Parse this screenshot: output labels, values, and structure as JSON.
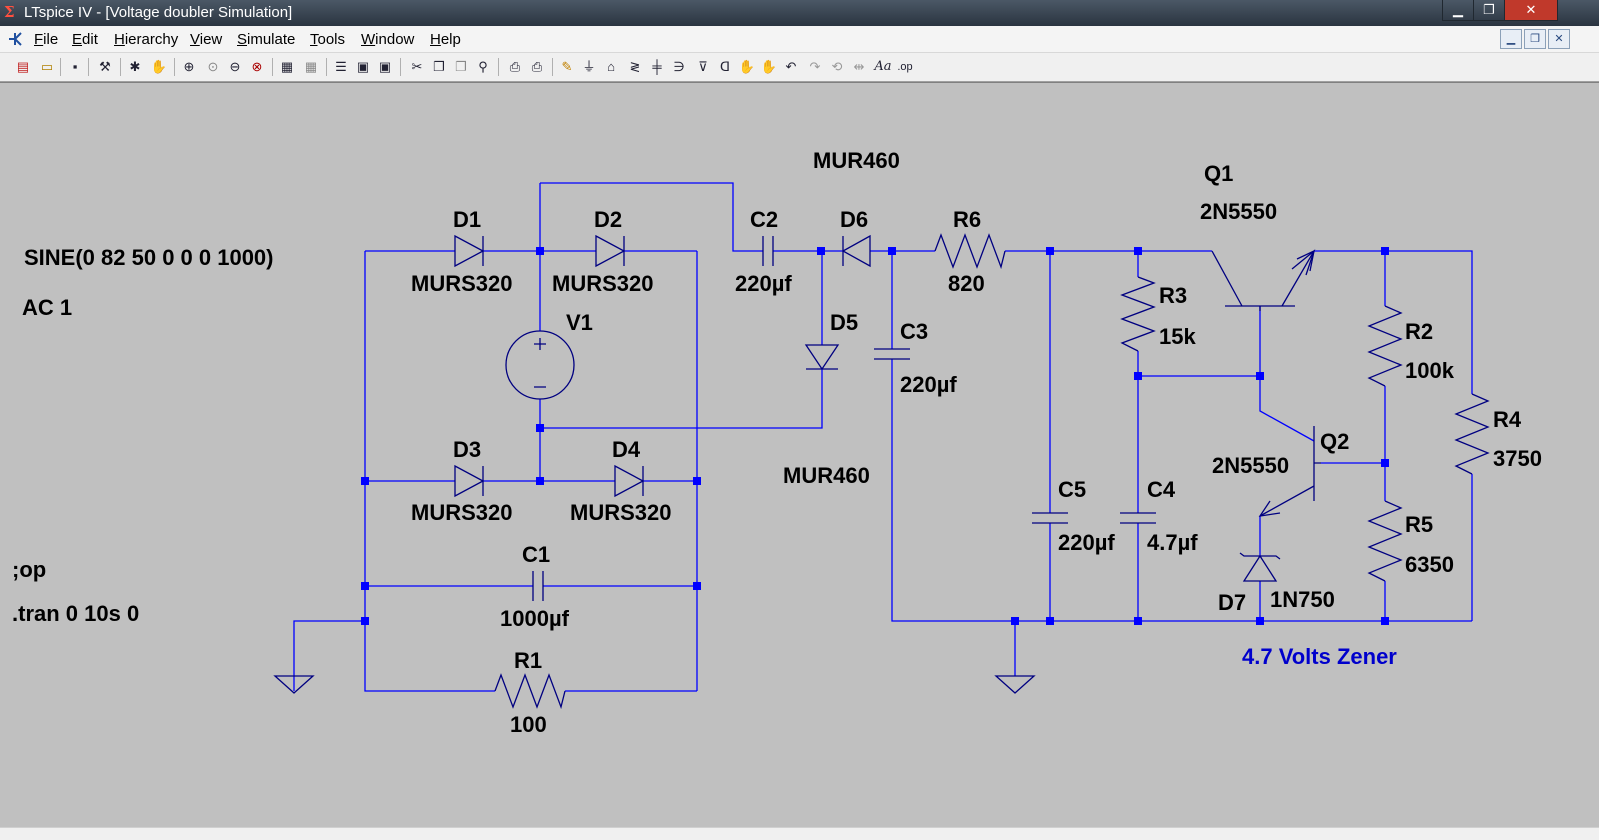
{
  "window": {
    "title": "LTspice IV - [Voltage doubler Simulation]"
  },
  "menu": {
    "items": [
      {
        "label": "File",
        "accel": "F"
      },
      {
        "label": "Edit",
        "accel": "E"
      },
      {
        "label": "Hierarchy",
        "accel": "H"
      },
      {
        "label": "View",
        "accel": "V"
      },
      {
        "label": "Simulate",
        "accel": "S"
      },
      {
        "label": "Tools",
        "accel": "T"
      },
      {
        "label": "Window",
        "accel": "W"
      },
      {
        "label": "Help",
        "accel": "H"
      }
    ]
  },
  "toolbar": {
    "icons": [
      "new-schematic",
      "open",
      "save",
      "control-panel",
      "run",
      "halt",
      "zoom-in",
      "pan",
      "zoom-out",
      "zoom-fit",
      "autorange",
      "grid",
      "tile",
      "cascade",
      "close-all",
      "cut",
      "copy",
      "paste",
      "find",
      "print",
      "print-preview",
      "draw-wire",
      "ground",
      "label-net",
      "resistor",
      "capacitor",
      "inductor",
      "diode",
      "component",
      "move",
      "drag",
      "undo",
      "redo",
      "rotate",
      "mirror",
      "text",
      "spice-directive"
    ]
  },
  "schematic": {
    "directives": {
      "source": "SINE(0 82 50 0 0 0 1000)",
      "ac": "AC 1",
      "op": ";op",
      "tran": ".tran 0 10s 0"
    },
    "components": {
      "D1": {
        "name": "D1",
        "value": "MURS320"
      },
      "D2": {
        "name": "D2",
        "value": "MURS320"
      },
      "D3": {
        "name": "D3",
        "value": "MURS320"
      },
      "D4": {
        "name": "D4",
        "value": "MURS320"
      },
      "V1": {
        "name": "V1"
      },
      "C1": {
        "name": "C1",
        "value": "1000µf"
      },
      "R1": {
        "name": "R1",
        "value": "100"
      },
      "C2": {
        "name": "C2",
        "value": "220µf"
      },
      "D6": {
        "name": "D6",
        "value": "MUR460"
      },
      "D5": {
        "name": "D5",
        "value": "MUR460"
      },
      "C3": {
        "name": "C3",
        "value": "220µf"
      },
      "R6": {
        "name": "R6",
        "value": "820"
      },
      "C5": {
        "name": "C5",
        "value": "220µf"
      },
      "R3": {
        "name": "R3",
        "value": "15k"
      },
      "C4": {
        "name": "C4",
        "value": "4.7µf"
      },
      "Q1": {
        "name": "Q1",
        "value": "2N5550"
      },
      "Q2": {
        "name": "Q2",
        "value": "2N5550"
      },
      "D7": {
        "name": "D7",
        "value": "1N750"
      },
      "R2": {
        "name": "R2",
        "value": "100k"
      },
      "R5": {
        "name": "R5",
        "value": "6350"
      },
      "R4": {
        "name": "R4",
        "value": "3750"
      }
    },
    "comment": "4.7 Volts Zener",
    "colors": {
      "wire": "#0000ff",
      "junction": "#0000ff",
      "component": "#000080",
      "label": "#000000",
      "comment": "#0000cc",
      "background": "#c0c0c0"
    }
  }
}
